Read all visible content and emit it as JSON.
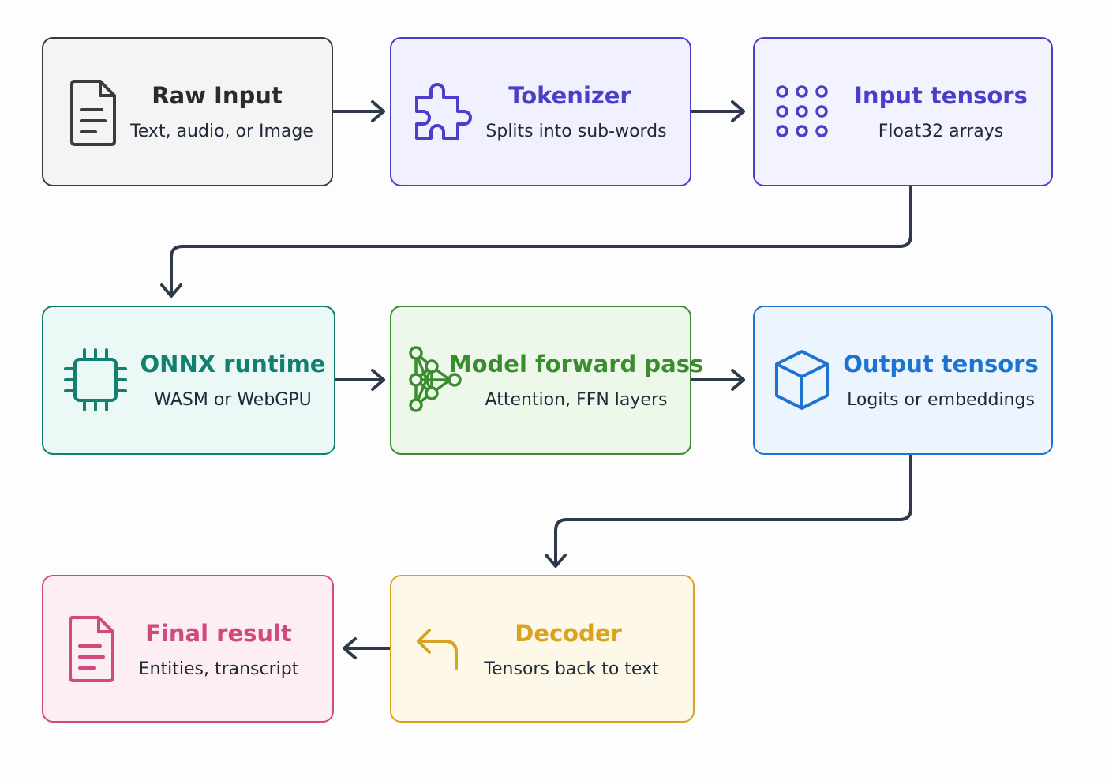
{
  "nodes": {
    "raw_input": {
      "title": "Raw Input",
      "subtitle": "Text, audio, or Image",
      "icon": "document-icon",
      "color": "#3b3b3b",
      "fill": "#f4f4f4"
    },
    "tokenizer": {
      "title": "Tokenizer",
      "subtitle": "Splits into sub-words",
      "icon": "puzzle-icon",
      "color": "#4a3fc8",
      "fill": "#f1f0fe"
    },
    "input_tensors": {
      "title": "Input tensors",
      "subtitle": "Float32 arrays",
      "icon": "dot-grid-icon",
      "color": "#4a3fc8",
      "fill": "#f3f2ff"
    },
    "onnx_runtime": {
      "title": "ONNX runtime",
      "subtitle": "WASM or WebGPU",
      "icon": "chip-icon",
      "color": "#13806f",
      "fill": "#eaf8f6"
    },
    "model_forward": {
      "title": "Model forward pass",
      "subtitle": "Attention, FFN layers",
      "icon": "network-icon",
      "color": "#3a8c2f",
      "fill": "#eef8ea"
    },
    "output_tensors": {
      "title": "Output tensors",
      "subtitle": "Logits or embeddings",
      "icon": "cube-icon",
      "color": "#1d74d0",
      "fill": "#ecf4fe"
    },
    "decoder": {
      "title": "Decoder",
      "subtitle": "Tensors back to text",
      "icon": "return-arrow-icon",
      "color": "#d9a321",
      "fill": "#fef8e8"
    },
    "final_result": {
      "title": "Final result",
      "subtitle": "Entities, transcript",
      "icon": "document-icon",
      "color": "#d14a7e",
      "fill": "#fdeef3"
    }
  },
  "connector_color": "#2e3a4b"
}
